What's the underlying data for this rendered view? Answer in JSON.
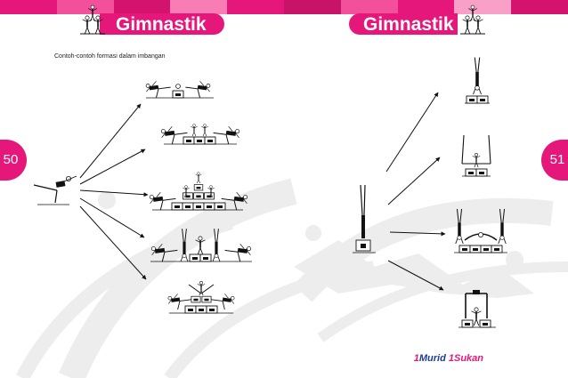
{
  "header": {
    "left_title": "Gimnastik",
    "right_title": "Gimnastik",
    "banner_colors": [
      "#e6177a",
      "#f2509b",
      "#d3136e",
      "#f77db4",
      "#e6177a",
      "#c81468",
      "#f2509b",
      "#e6177a",
      "#f9a0c8",
      "#d3136e"
    ],
    "gymnast_icon": "gymnast-pyramid-icon"
  },
  "pages": {
    "left_number": "50",
    "right_number": "51"
  },
  "content": {
    "subtitle": "Contoh-contoh formasi dalam imbangan"
  },
  "logo": {
    "one_a": "1",
    "murid": "Murid",
    "one_b": "1",
    "sukan": "Sukan"
  },
  "colors": {
    "accent": "#e6177a",
    "watermark": "#ededed",
    "logo_blue": "#1e3c96"
  }
}
